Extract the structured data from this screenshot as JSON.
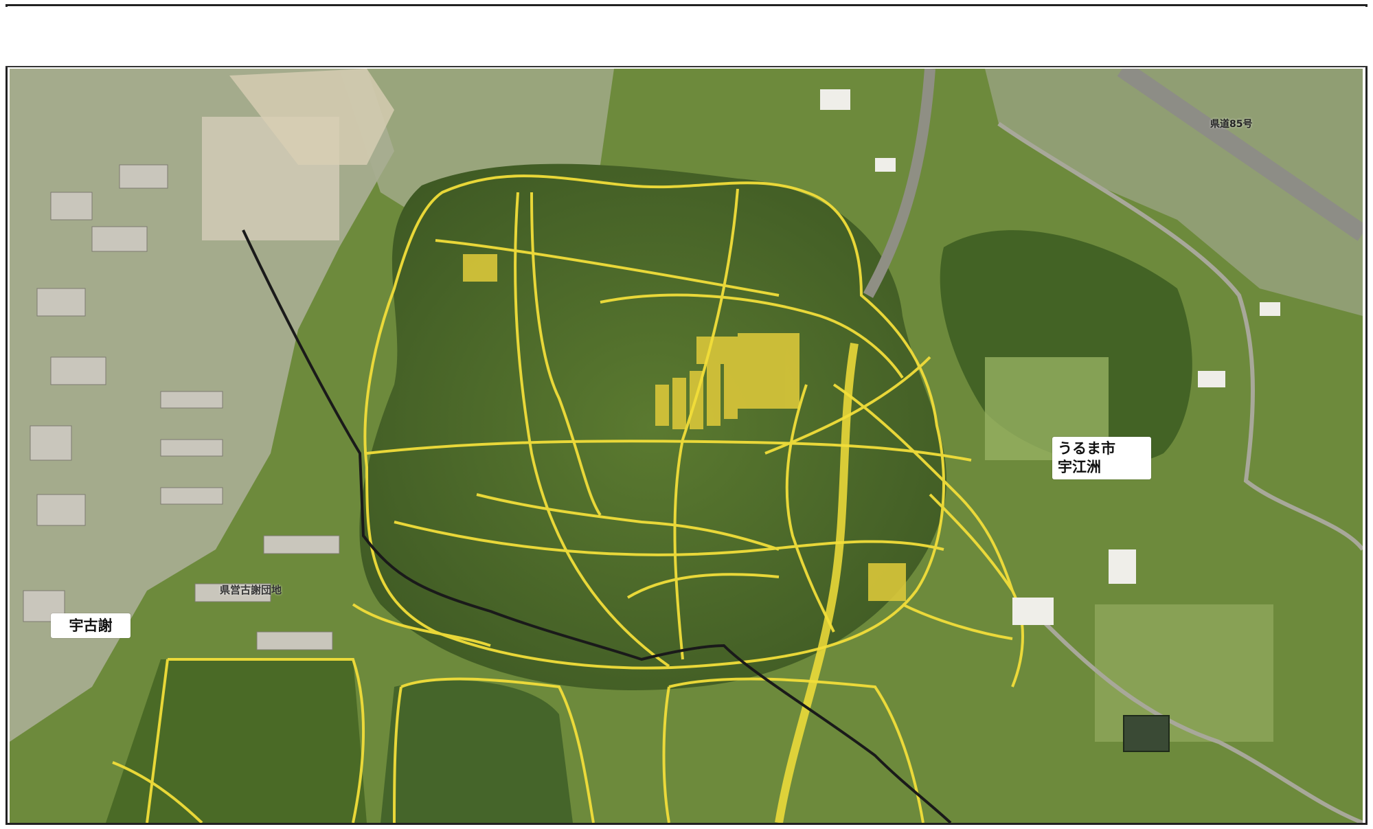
{
  "map": {
    "labels": {
      "uruma_line1": "うるま市",
      "uruma_line2": "宇江洲",
      "ukoja": "宇古謝",
      "prefectural_road": "県道85号",
      "housing_complex": "県営古謝団地"
    },
    "colors": {
      "route_yellow": "#f2de3a",
      "boundary_black": "#1a1a1a",
      "forest": "#4d6a2a",
      "field": "#8fa55a",
      "urban": "#b9b6a8"
    }
  }
}
